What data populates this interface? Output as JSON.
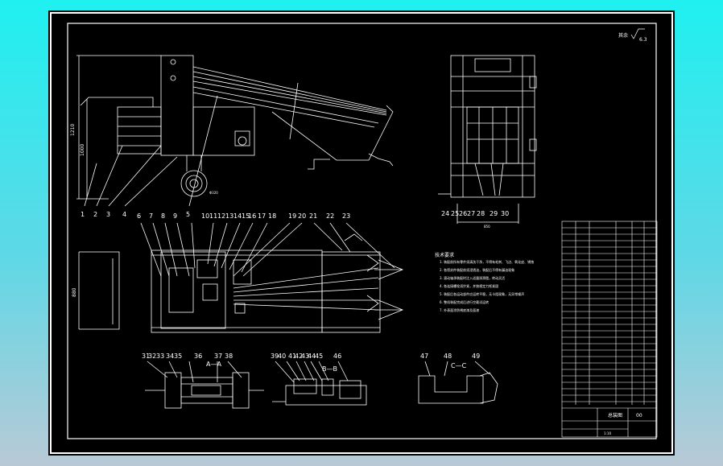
{
  "roughness_note": "其余",
  "roughness_value": "6.3",
  "front_view_dims": {
    "overall_height": "1210",
    "wheel_axis_height": "1000",
    "wheel_dia": "Φ320"
  },
  "side_view_dim": "850",
  "plan_view_dim": "880",
  "section_labels": {
    "a": "A—A",
    "b": "B—B",
    "c": "C—C"
  },
  "part_numbers_front": [
    "1",
    "2",
    "3",
    "4",
    "5"
  ],
  "part_numbers_side": [
    "24",
    "25",
    "26",
    "27",
    "28",
    "29",
    "30"
  ],
  "part_numbers_plan": [
    "6",
    "7",
    "8",
    "9",
    "10",
    "11",
    "12",
    "13",
    "14",
    "15",
    "16",
    "17",
    "18",
    "19",
    "20",
    "21",
    "22",
    "23"
  ],
  "part_numbers_detail_a": [
    "31",
    "32",
    "33",
    "34",
    "35",
    "36",
    "37",
    "38"
  ],
  "part_numbers_detail_b": [
    "39",
    "40",
    "41",
    "42",
    "43",
    "44",
    "45",
    "46"
  ],
  "part_numbers_detail_c": [
    "47",
    "48",
    "49"
  ],
  "notes_title": "技术要求",
  "notes": [
    "1. 装配前所有零件须清洗干净，不得有毛刺、飞边、氧化皮、锈蚀",
    "2. 各密封件装配前须浸透油，装配后不得有漏油现象",
    "3. 滚动轴承装配时注入适量润滑脂，转动灵活",
    "4. 各连接螺栓须拧紧，并按规定力矩紧固",
    "5. 装配后各运动部件应运转平稳，无卡阻现象，无异常噪声",
    "6. 整机装配完成后进行空载试运转",
    "7. 外表面涂防锈底漆及面漆"
  ],
  "title_block": {
    "drawing_title": "总装图",
    "drawing_no": "00",
    "scale": "1:10"
  }
}
